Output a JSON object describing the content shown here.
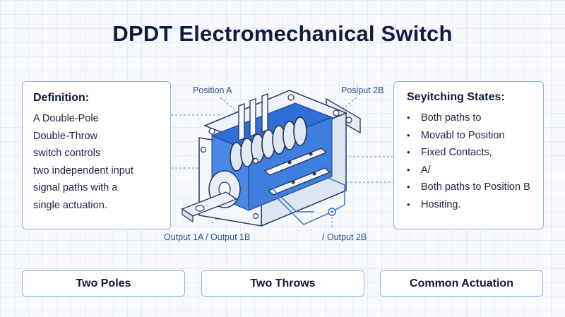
{
  "title": "DPDT Electromechanical Switch",
  "definition": {
    "heading": "Definition:",
    "lines": [
      "A Double-Pole",
      "Double-Throw",
      "switch controls",
      "two independent input",
      "signal paths with a",
      "single actuation."
    ]
  },
  "switching_states": {
    "heading": "Seyitching States:",
    "items": [
      "Both paths to",
      "Movabl to Position",
      "Fixed Contacts,",
      "A/",
      "Both paths to Position B",
      "Hositing."
    ]
  },
  "callouts": {
    "position_a": "Position A",
    "position_b": "Posiput 2B",
    "output_1": "Output 1A / Output 1B",
    "output_2": "/ Output 2B"
  },
  "features": [
    "Two Poles",
    "Two Throws",
    "Common Actuation"
  ],
  "colors": {
    "accent_blue": "#2f6fd6",
    "panel_border": "#8fb0dc",
    "title": "#0f1c3f",
    "callout_text": "#2a4f8a"
  },
  "icons": {
    "switch_illustration": "dpdt-switch-isometric-illustration",
    "bullet": "bullet-dot"
  }
}
